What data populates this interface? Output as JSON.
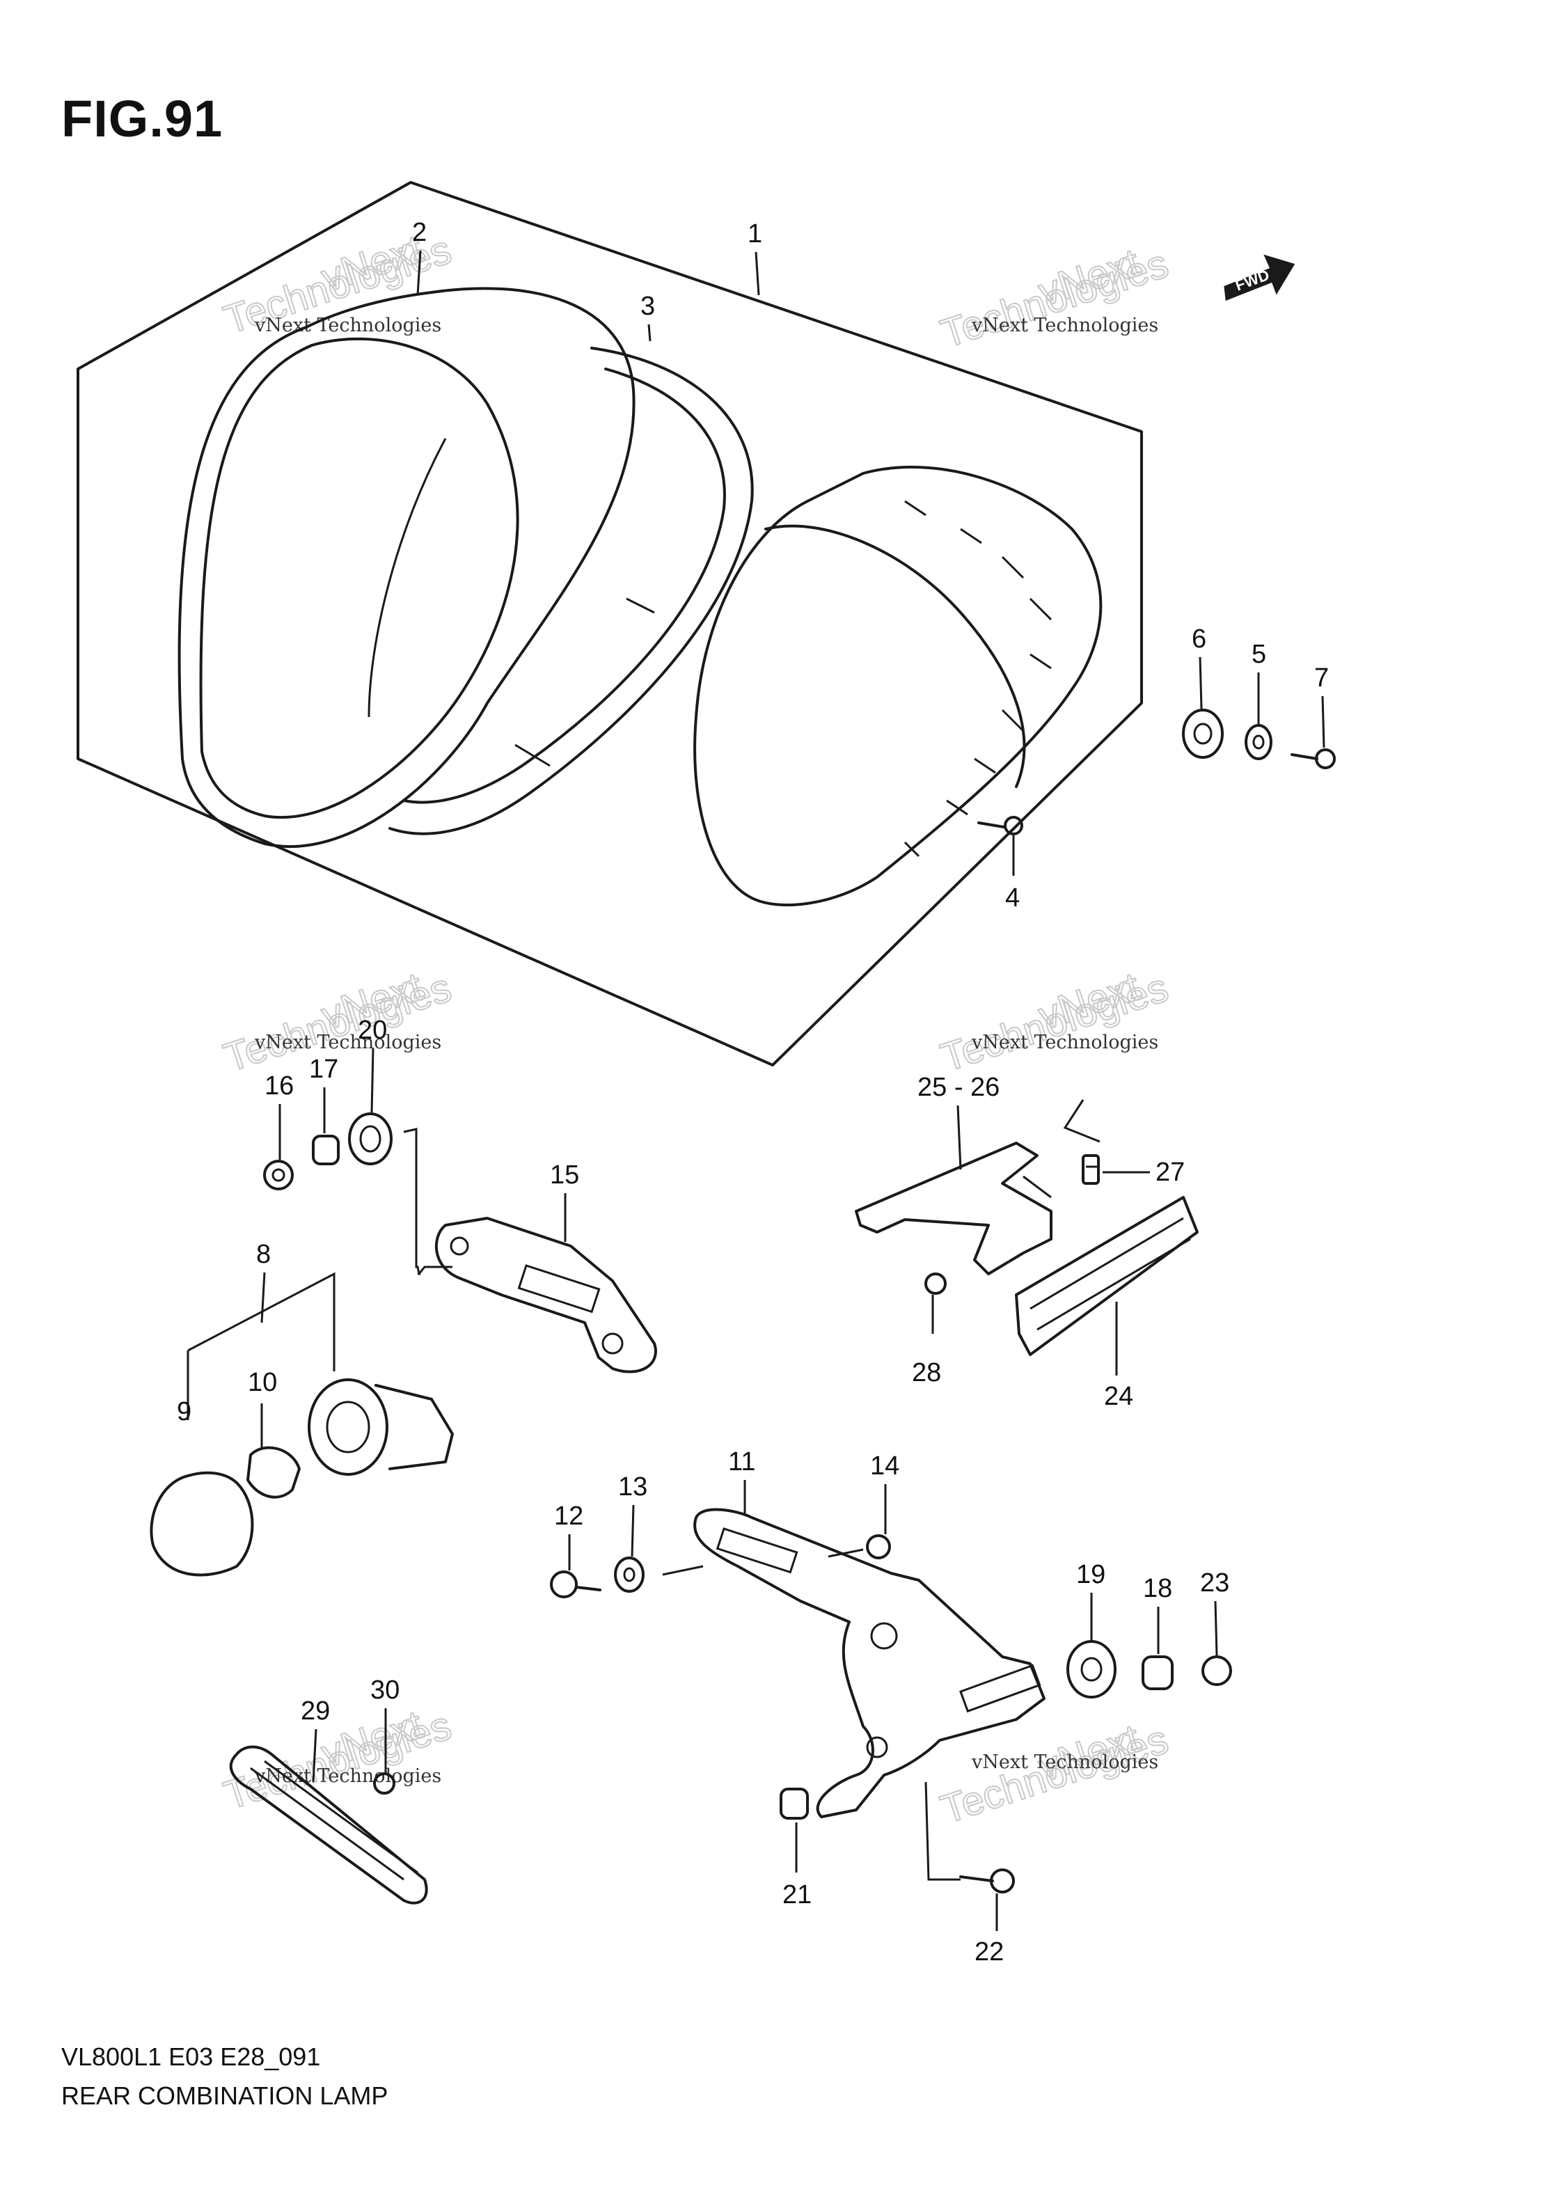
{
  "figure": {
    "title": "FIG.91"
  },
  "direction_badge": "FWD",
  "watermark": {
    "line1": "vNext Technologies",
    "line2": "vNext",
    "line3": "Technologies"
  },
  "callouts": {
    "c1": "1",
    "c2": "2",
    "c3": "3",
    "c4": "4",
    "c5": "5",
    "c6": "6",
    "c7": "7",
    "c8": "8",
    "c9": "9",
    "c10": "10",
    "c11": "11",
    "c12": "12",
    "c13": "13",
    "c14": "14",
    "c15": "15",
    "c16": "16",
    "c17": "17",
    "c18": "18",
    "c19": "19",
    "c20": "20",
    "c21": "21",
    "c22": "22",
    "c23": "23",
    "c24": "24",
    "c25": "25 - 26",
    "c27": "27",
    "c28": "28",
    "c29": "29",
    "c30": "30"
  },
  "footer": {
    "code": "VL800L1 E03 E28_091",
    "title": "REAR COMBINATION LAMP"
  }
}
